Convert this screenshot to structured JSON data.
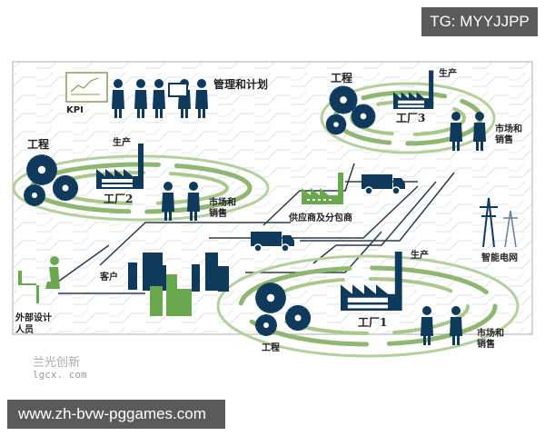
{
  "badges": {
    "top": "TG: MYYJJPP",
    "bottom": "www.zh-bvw-pggames.com"
  },
  "diagram": {
    "kpi_label": "KPI",
    "management": "管理和计划",
    "factory3": {
      "engineering": "工程",
      "production": "生产",
      "name": "工厂3",
      "sales": [
        "市场和",
        "销售"
      ]
    },
    "factory2": {
      "engineering": "工程",
      "production": "生产",
      "name": "工厂2",
      "sales": [
        "市场和",
        "销售"
      ]
    },
    "factory1": {
      "engineering": "工程",
      "production": "生产",
      "name": "工厂1",
      "sales": [
        "市场和",
        "销售"
      ]
    },
    "supplier": "供应商及分包商",
    "customer": "客户",
    "external_designer": [
      "外部设计",
      "人员"
    ],
    "smart_grid": "智能电网"
  },
  "watermark": {
    "cn": "兰光创新",
    "url": "lgcx. com"
  },
  "colors": {
    "navy": "#0f3a5c",
    "green": "#6aa84f",
    "light_green": "#a8c98a",
    "line": "#2b3b4b",
    "badge": "#5a5a5a"
  }
}
